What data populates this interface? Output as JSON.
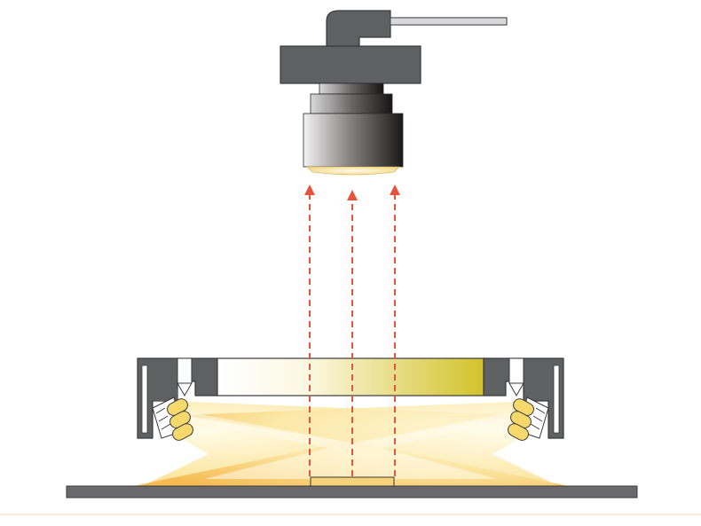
{
  "diagram": {
    "kind": "low-angle ring light illumination setup",
    "components": [
      "camera-cable",
      "camera-body",
      "lens",
      "ring-light",
      "led-cluster-left",
      "led-cluster-right",
      "diffuser-window",
      "sample-object",
      "stage-plate"
    ],
    "colors": {
      "housing": "#5f6062",
      "housing_stroke": "#3a3a3c",
      "lens_light": "#f2f2f2",
      "lens_dark": "#1c1a1a",
      "light_glow": "#fff6c8",
      "light_mid": "#fbe08a",
      "light_edge": "#f4b445",
      "diffuser_end": "#d2c32a",
      "led": "#f7d96b",
      "ray_arrow": "#e8543a",
      "sample": "#f6d37a",
      "stage": "#6a6a6c",
      "footer_line": "#f3e3cf"
    },
    "rays": {
      "count": 3,
      "direction": "upward",
      "style": "dashed"
    }
  }
}
